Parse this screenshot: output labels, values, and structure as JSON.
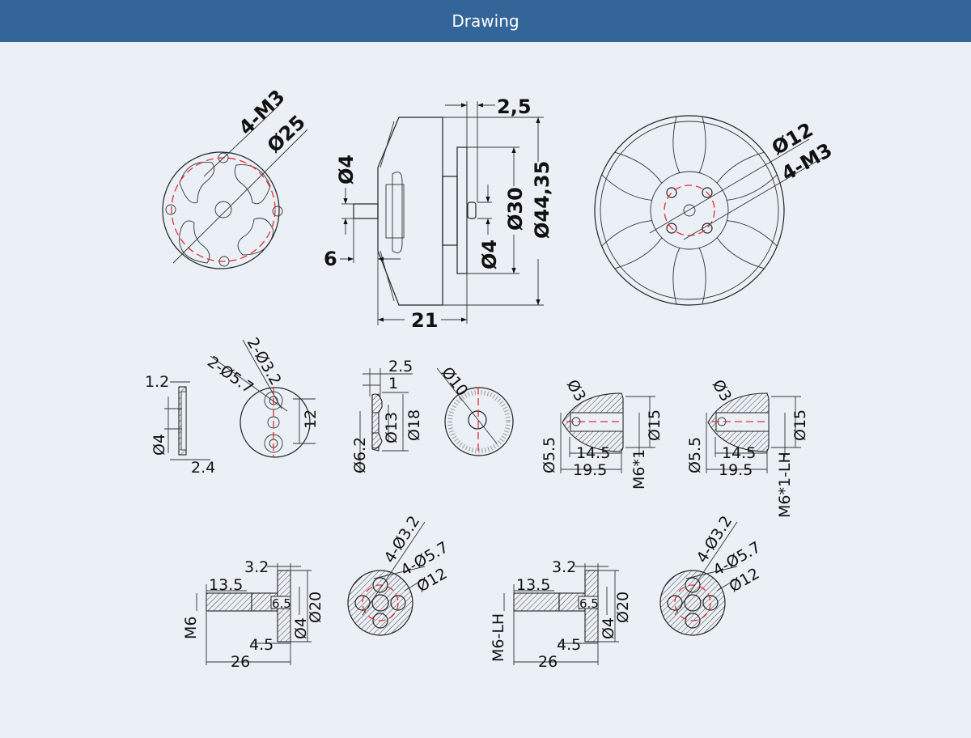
{
  "header": {
    "title": "Drawing"
  },
  "colors": {
    "header_bg": "#336599",
    "page_bg": "#ebf0f6",
    "centerline": "#e03030"
  },
  "mount_face": {
    "thread": "4-M3",
    "bolt_circle": "Ø25"
  },
  "side_view": {
    "shaft_dia_front": "Ø4",
    "shaft_length": "6",
    "rear_offset": "2,5",
    "base_dia": "Ø30",
    "shaft_dia_rear": "Ø4",
    "outer_dia": "Ø44,35",
    "length": "21"
  },
  "rotor_face": {
    "bolt_circle": "Ø12",
    "thread": "4-M3"
  },
  "spacer": {
    "thickness_a": "1.2",
    "hole_dia": "Ø4",
    "thickness_b": "2.4",
    "counterbore": "2-Ø5.7",
    "holes": "2-Ø3.2",
    "spacing": "12"
  },
  "cone_washer": {
    "thickness": "2.5",
    "lip": "1",
    "inner_dia": "Ø6.2",
    "mid_dia": "Ø13",
    "outer_dia": "Ø18",
    "face_dia": "Ø10"
  },
  "prop_nut_cw": {
    "tip_hole": "Ø3",
    "inner_dia": "Ø5.5",
    "depth": "14.5",
    "length": "19.5",
    "outer_dia": "Ø15",
    "thread": "M6*1"
  },
  "prop_nut_ccw": {
    "tip_hole": "Ø3",
    "inner_dia": "Ø5.5",
    "depth": "14.5",
    "length": "19.5",
    "outer_dia": "Ø15",
    "thread": "M6*1-LH"
  },
  "adapter_cw": {
    "flange": "3.2",
    "thread_length": "13.5",
    "bore_depth": "6.5",
    "flange_dia": "Ø20",
    "bore_dia": "Ø4",
    "step": "4.5",
    "length": "26",
    "thread": "M6",
    "holes": "4-Ø3.2",
    "counterbore": "4-Ø5.7",
    "bolt_circle": "Ø12"
  },
  "adapter_ccw": {
    "flange": "3.2",
    "thread_length": "13.5",
    "bore_depth": "6.5",
    "flange_dia": "Ø20",
    "bore_dia": "Ø4",
    "step": "4.5",
    "length": "26",
    "thread": "M6-LH",
    "holes": "4-Ø3.2",
    "counterbore": "4-Ø5.7",
    "bolt_circle": "Ø12"
  }
}
